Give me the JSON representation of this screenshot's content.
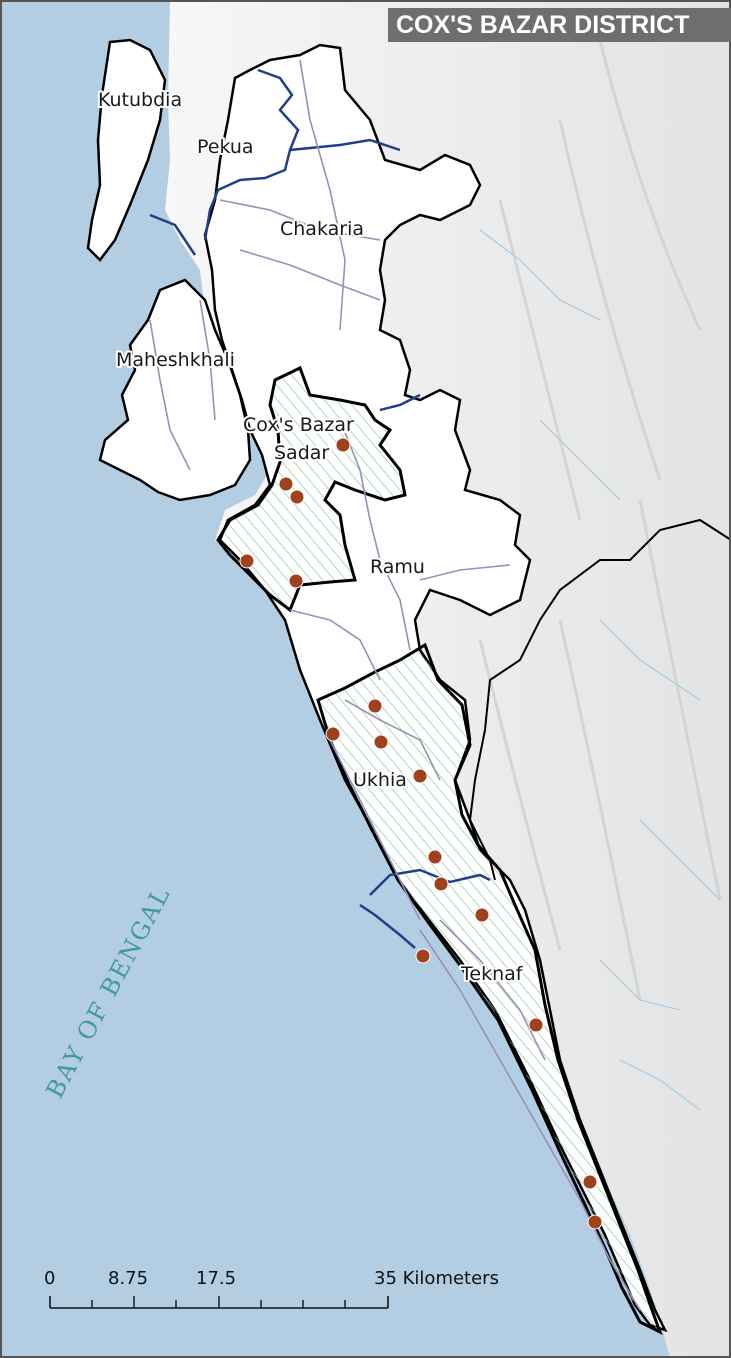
{
  "map": {
    "title": "COX'S BAZAR DISTRICT",
    "sea_label": "BAY OF BENGAL",
    "upazilas": [
      {
        "label": "Kutubdia"
      },
      {
        "label": "Pekua"
      },
      {
        "label": "Chakaria"
      },
      {
        "label": "Maheshkhali"
      },
      {
        "label": "Cox's Bazar"
      },
      {
        "label": "Sadar"
      },
      {
        "label": "Ramu"
      },
      {
        "label": "Ukhia"
      },
      {
        "label": "Teknaf"
      }
    ],
    "scale_bar": {
      "ticks": [
        "0",
        "8.75",
        "17.5",
        "35 Kilometers"
      ]
    },
    "colors": {
      "sea": "#b3cde3",
      "land": "#f1f1f1",
      "district_fill": "#ffffff",
      "boundary": "#000000",
      "river": "#1f3f8a",
      "road": "#9b8fb8",
      "stream": "#a9cfe8",
      "hatch": "#7fbf8e",
      "site_marker": "#a0401c"
    },
    "legend_title_bg": "#6e6e6e"
  }
}
